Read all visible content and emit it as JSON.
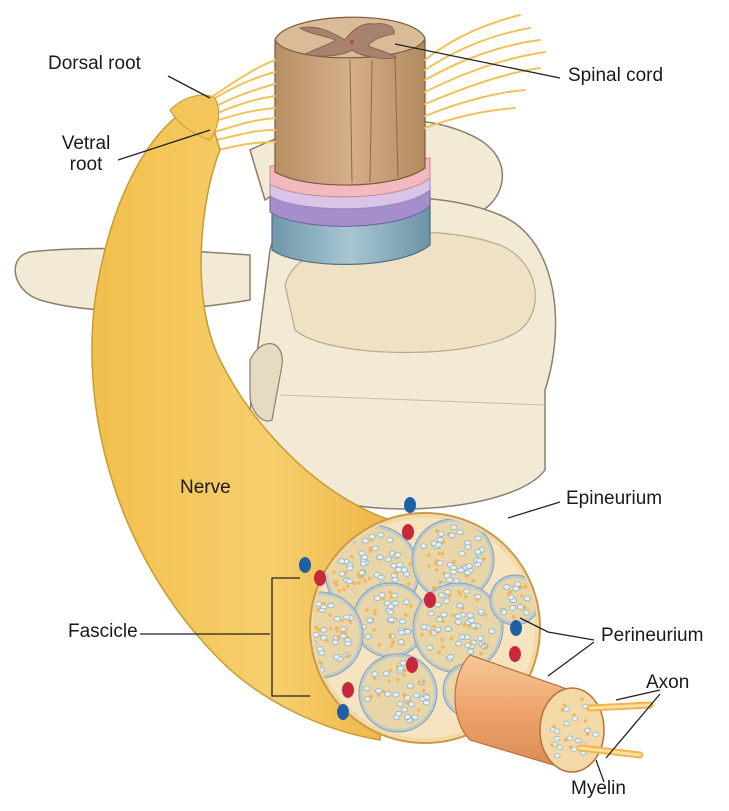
{
  "labels": {
    "dorsal_root": "Dorsal root",
    "vetral_root_line1": "Vetral",
    "vetral_root_line2": "root",
    "spinal_cord": "Spinal cord",
    "nerve": "Nerve",
    "epineurium": "Epineurium",
    "fascicle": "Fascicle",
    "perineurium": "Perineurium",
    "axon": "Axon",
    "myelin": "Myelin"
  },
  "colors": {
    "nerve_yellow": "#f4c55a",
    "nerve_yellow_light": "#fbe29a",
    "cord_tan": "#c8a47a",
    "cord_grey_matter": "#a07e6a",
    "bone_cream": "#f3ead6",
    "bone_shadow": "#ded3b8",
    "meninges_pink": "#f3b9bf",
    "meninges_lilac": "#c9a8d9",
    "meninges_purple": "#9b86c6",
    "meninges_teal": "#7ea5b6",
    "vein_blue": "#1f5fa3",
    "artery_red": "#c8283c",
    "axon_fill": "#e6f0f4",
    "myelin_orange": "#f0a96e",
    "cross_section_bg": "#f6e3bf",
    "line": "#222222"
  }
}
